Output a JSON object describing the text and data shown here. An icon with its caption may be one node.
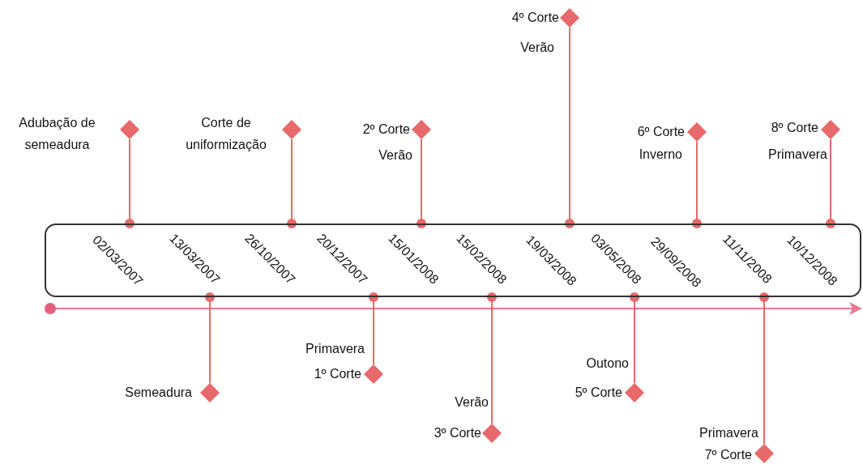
{
  "diagram": {
    "nodes": [
      {
        "text": [
          "02/03/2007",
          "13/03/2007",
          "26/10/2007",
          "20/12/2007",
          "15/01/2008",
          "15/02/2008",
          "19/03/2008",
          "03/05/2008",
          "29/09/2008",
          "11/11/2008",
          "10/12/2008"
        ]
      },
      {
        "text": [
          "Adubação de semeadura"
        ]
      },
      {
        "text": [
          "Corte de uniformização"
        ]
      },
      {
        "text": [
          "2º Corte",
          "Verão"
        ]
      },
      {
        "text": [
          "4º Corte",
          "Verão"
        ]
      },
      {
        "text": [
          "6º Corte",
          "Inverno"
        ]
      },
      {
        "text": [
          "8º Corte",
          "Primavera"
        ]
      },
      {
        "text": [
          "Semeadura"
        ]
      },
      {
        "text": [
          "Primavera",
          "1º Corte"
        ]
      },
      {
        "text": [
          "Verão",
          "3º Corte"
        ]
      },
      {
        "text": [
          "Outono",
          "5º Corte"
        ]
      },
      {
        "text": [
          "Primavera",
          "7º Corte"
        ]
      }
    ],
    "edges": [
      {
        "from": 1,
        "to": 0,
        "arrow": "other"
      },
      {
        "from": 2,
        "to": 0,
        "arrow": "other"
      },
      {
        "from": 3,
        "to": 0,
        "arrow": "other"
      },
      {
        "from": 4,
        "to": 0,
        "arrow": "other"
      },
      {
        "from": 5,
        "to": 0,
        "arrow": "other"
      },
      {
        "from": 6,
        "to": 0,
        "arrow": "other"
      },
      {
        "from": 7,
        "to": 0,
        "arrow": "other"
      },
      {
        "from": 8,
        "to": 0,
        "arrow": "other"
      },
      {
        "from": 9,
        "to": 0,
        "arrow": "other"
      },
      {
        "from": 10,
        "to": 0,
        "arrow": "other"
      },
      {
        "from": 11,
        "to": 0,
        "arrow": "other"
      }
    ]
  }
}
